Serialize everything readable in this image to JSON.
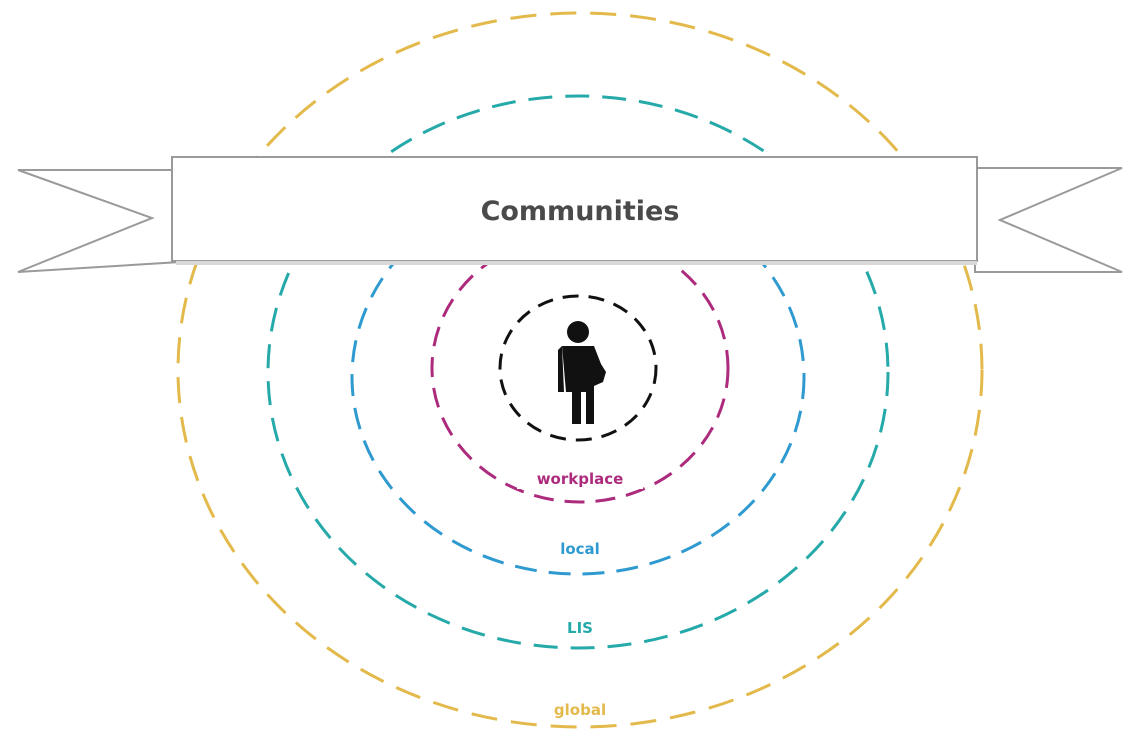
{
  "title": "Communities",
  "rings": [
    {
      "id": "global",
      "label": "global",
      "color": "#e2b94a"
    },
    {
      "id": "lis",
      "label": "LIS",
      "color": "#25a9a9"
    },
    {
      "id": "local",
      "label": "local",
      "color": "#2e9ad0"
    },
    {
      "id": "workplace",
      "label": "workplace",
      "color": "#ad2b7d"
    },
    {
      "id": "individual",
      "label": "",
      "color": "#111111"
    }
  ],
  "colors": {
    "title_text": "#4a4a4a",
    "banner_fill": "#ffffff",
    "banner_stroke": "#9a9a9a",
    "person": "#111111"
  },
  "icons": [
    "person-icon"
  ]
}
